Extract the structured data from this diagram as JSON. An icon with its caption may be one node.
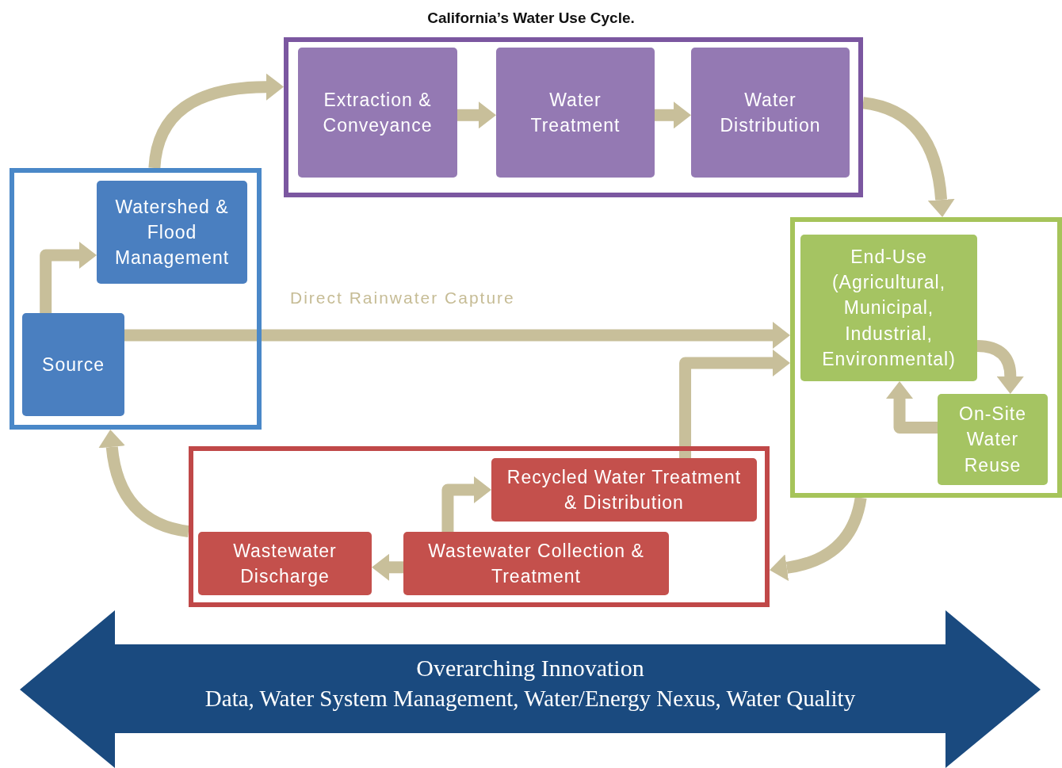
{
  "diagram": {
    "title": "California’s Water Use Cycle.",
    "nodes": [
      {
        "text": [],
        "shape": "box"
      },
      {
        "text": [
          "Watershed & Flood Management"
        ],
        "in": 0
      },
      {
        "text": [
          "Source"
        ],
        "in": 0
      },
      {
        "text": [],
        "shape": "box"
      },
      {
        "text": [
          "Extraction & Conveyance"
        ],
        "in": 3
      },
      {
        "text": [
          "Water Treatment"
        ],
        "in": 3
      },
      {
        "text": [
          "Water Distribution"
        ],
        "in": 3
      },
      {
        "text": [],
        "shape": "box"
      },
      {
        "text": [
          "End-Use (Agricultural, Municipal, Industrial, Environmental)"
        ],
        "in": 7
      },
      {
        "text": [
          "On-Site Water Reuse"
        ],
        "in": 7
      },
      {
        "text": [],
        "shape": "box"
      },
      {
        "text": [
          "Recycled Water Treatment & Distribution"
        ],
        "in": 10
      },
      {
        "text": [
          "Wastewater Collection & Treatment"
        ],
        "in": 10
      },
      {
        "text": [
          "Wastewater Discharge"
        ],
        "in": 10
      },
      {
        "text": [
          "Overarching Innovation",
          "Data, Water System Management, Water/Energy Nexus, Water Quality"
        ]
      }
    ],
    "edges": [
      {
        "from": 2,
        "to": 1,
        "arrow": "to"
      },
      {
        "from": 0,
        "to": 3,
        "arrow": "to"
      },
      {
        "from": 4,
        "to": 5,
        "arrow": "to"
      },
      {
        "from": 5,
        "to": 6,
        "arrow": "to"
      },
      {
        "from": 3,
        "to": 7,
        "arrow": "to"
      },
      {
        "from": 2,
        "to": 7,
        "arrow": "to",
        "label": "Direct Rainwater Capture"
      },
      {
        "from": 8,
        "to": 9,
        "arrow": "to"
      },
      {
        "from": 9,
        "to": 8,
        "arrow": "to"
      },
      {
        "from": 7,
        "to": 10,
        "arrow": "to"
      },
      {
        "from": 12,
        "to": 13,
        "arrow": "to"
      },
      {
        "from": 12,
        "to": 11,
        "arrow": "to"
      },
      {
        "from": 11,
        "to": 7,
        "arrow": "to"
      },
      {
        "from": 10,
        "to": 0,
        "arrow": "to"
      }
    ]
  }
}
